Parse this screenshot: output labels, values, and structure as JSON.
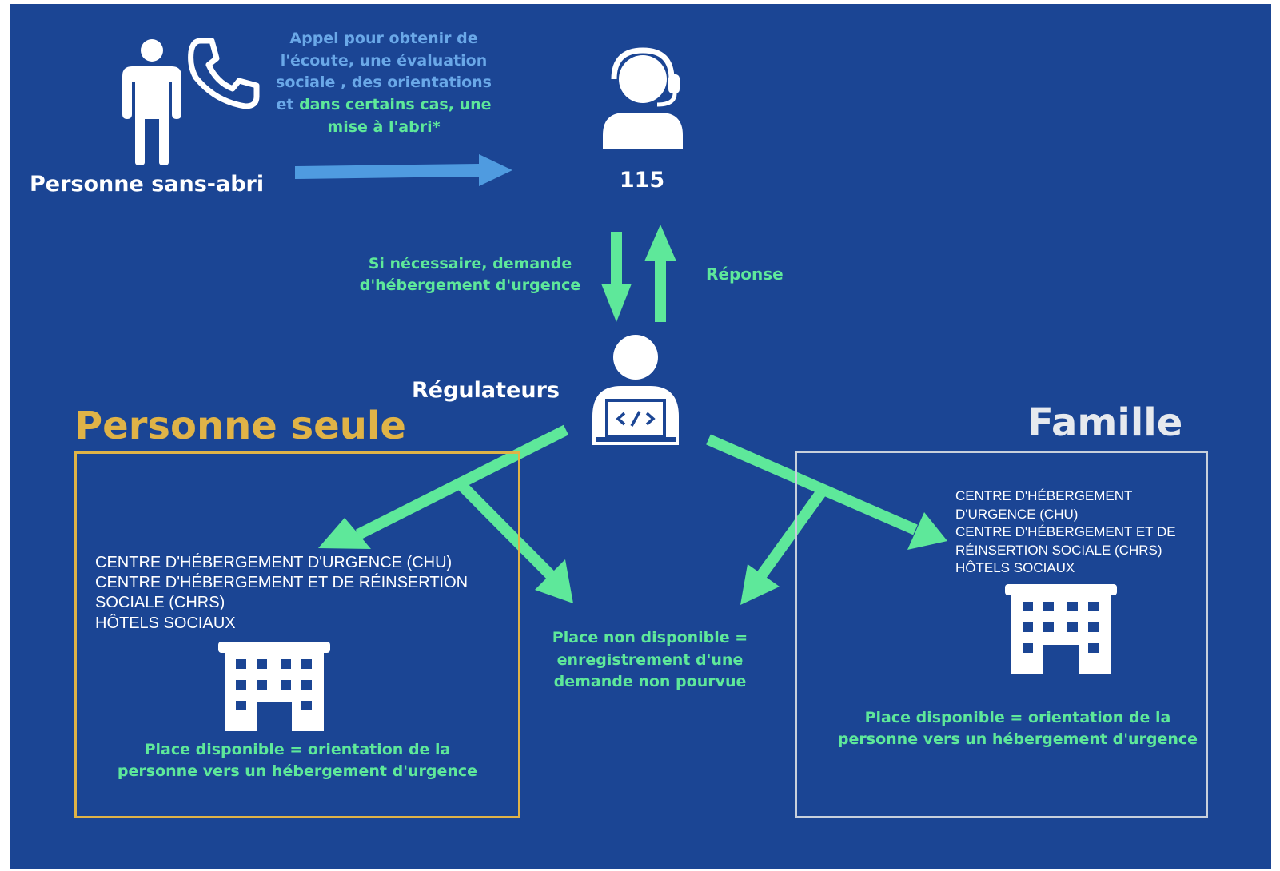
{
  "colors": {
    "background": "#1b4594",
    "accent_green": "#5ee89a",
    "accent_blue": "#4f9be0",
    "single_box_border": "#e0b347",
    "family_box_border": "#c8d0dc",
    "text_white": "#ffffff"
  },
  "caller": {
    "label": "Personne sans-abri",
    "icons": [
      "person-icon",
      "phone-icon"
    ]
  },
  "call_description": {
    "line1": "Appel pour obtenir de",
    "line2": "l'écoute, une évaluation",
    "line3": "sociale , des orientations",
    "line4_prefix": "et",
    "line4_highlight": "dans certains cas, une",
    "line5": "mise à l'abri*"
  },
  "hotline": {
    "label": "115",
    "icon": "headset-operator-icon"
  },
  "request": {
    "line1": "Si nécessaire, demande",
    "line2": "d'hébergement d'urgence"
  },
  "response": {
    "label": "Réponse"
  },
  "regulators": {
    "label": "Régulateurs",
    "icon": "laptop-code-user-icon"
  },
  "single_person": {
    "title": "Personne seule",
    "services": [
      "CENTRE D'HÉBERGEMENT D'URGENCE (CHU)",
      "CENTRE D'HÉBERGEMENT ET DE RÉINSERTION",
      "SOCIALE (CHRS)",
      "HÔTELS SOCIAUX"
    ],
    "icon": "building-icon",
    "outcome_line1": "Place disponible =  orientation de la",
    "outcome_line2": "personne vers un hébergement d'urgence"
  },
  "family": {
    "title": "Famille",
    "services": [
      "CENTRE D'HÉBERGEMENT",
      "D'URGENCE (CHU)",
      "CENTRE D'HÉBERGEMENT ET DE",
      "RÉINSERTION SOCIALE (CHRS)",
      "HÔTELS SOCIAUX"
    ],
    "icon": "building-icon",
    "outcome_line1": "Place disponible =  orientation de la",
    "outcome_line2": "personne vers un hébergement d'urgence"
  },
  "unavailable": {
    "line1": "Place non disponible =",
    "line2": "enregistrement d'une",
    "line3": "demande non pourvue"
  }
}
